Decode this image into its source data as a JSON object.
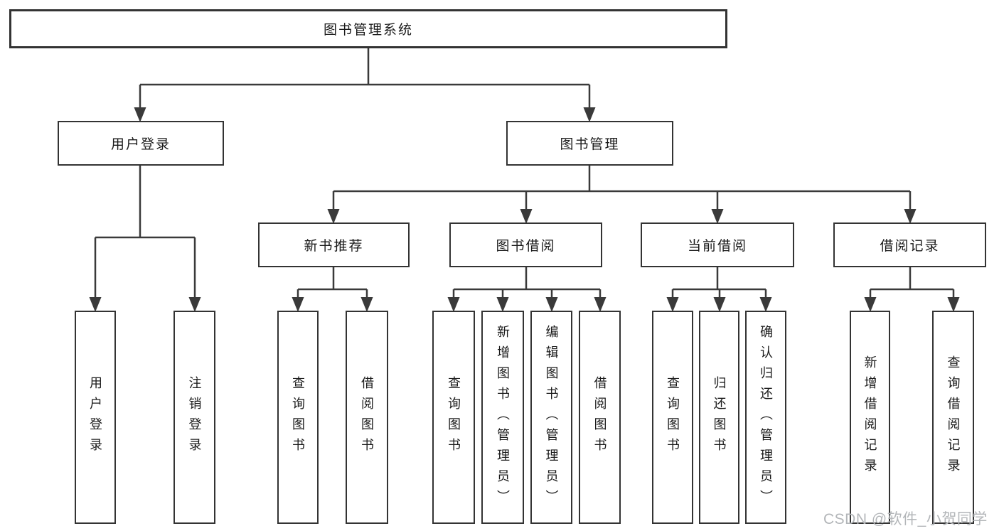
{
  "tree": {
    "root": {
      "label": "图书管理系统",
      "children": [
        {
          "label": "用户登录",
          "children": [
            {
              "label": "用户登录"
            },
            {
              "label": "注销登录"
            }
          ]
        },
        {
          "label": "图书管理",
          "children": [
            {
              "label": "新书推荐",
              "children": [
                {
                  "label": "查询图书"
                },
                {
                  "label": "借阅图书"
                }
              ]
            },
            {
              "label": "图书借阅",
              "children": [
                {
                  "label": "查询图书"
                },
                {
                  "label": "新增图书（管理员）"
                },
                {
                  "label": "编辑图书（管理员）"
                },
                {
                  "label": "借阅图书"
                }
              ]
            },
            {
              "label": "当前借阅",
              "children": [
                {
                  "label": "查询图书"
                },
                {
                  "label": "归还图书"
                },
                {
                  "label": "确认归还（管理员）"
                }
              ]
            },
            {
              "label": "借阅记录",
              "children": [
                {
                  "label": "新增借阅记录"
                },
                {
                  "label": "查询借阅记录"
                }
              ]
            }
          ]
        }
      ]
    }
  },
  "watermark": "CSDN @软件_小贺同学",
  "colors": {
    "line": "#3a3a3a",
    "box_border": "#333333",
    "text": "#1a1a1a",
    "background": "#ffffff",
    "watermark": "#b3b6b9"
  }
}
